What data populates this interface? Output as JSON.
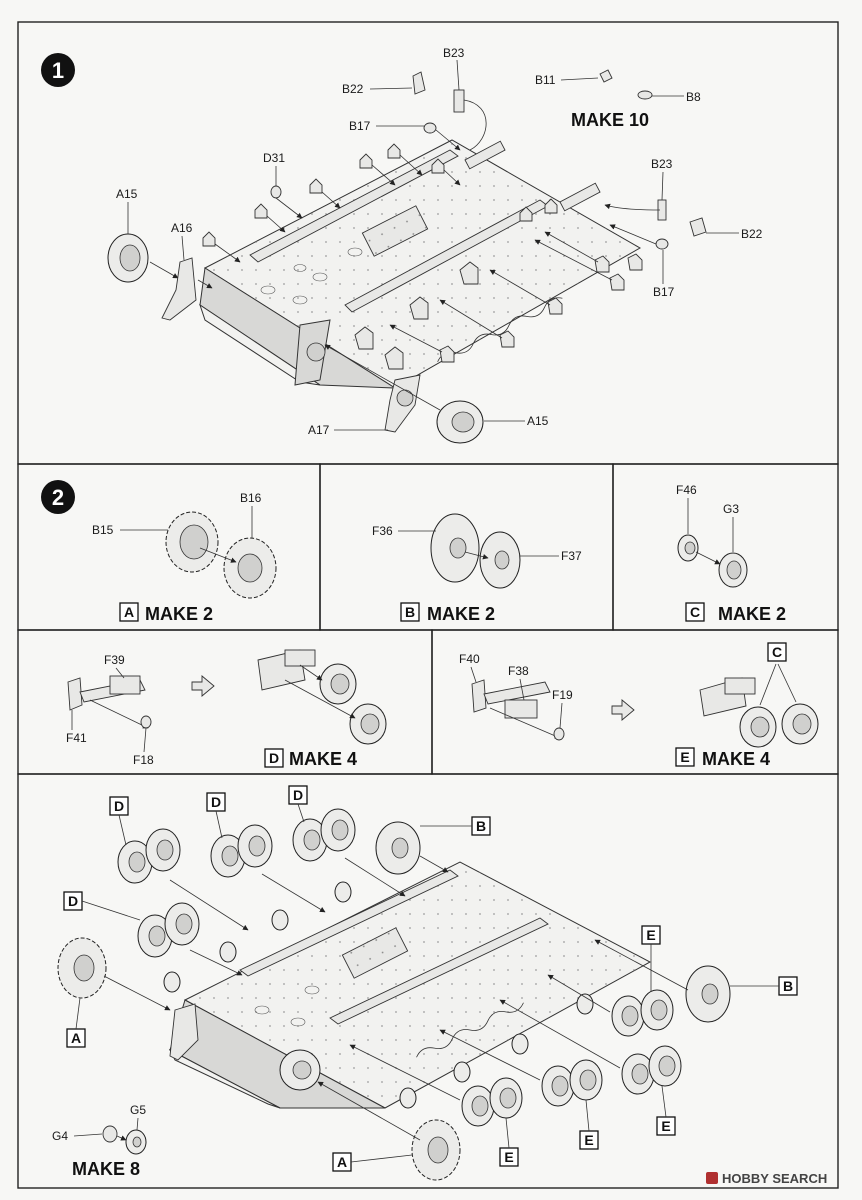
{
  "step1": {
    "number": "1",
    "make_text": "MAKE 10",
    "labels": {
      "b23_top": "B23",
      "b22_top": "B22",
      "b17_top": "B17",
      "b11": "B11",
      "b8": "B8",
      "d31": "D31",
      "a15_left": "A15",
      "a16": "A16",
      "b23_right": "B23",
      "b22_right": "B22",
      "b17_right": "B17",
      "a17": "A17",
      "a15_bottom": "A15"
    }
  },
  "step2": {
    "number": "2",
    "sub_a": {
      "letter": "A",
      "make": "MAKE 2",
      "parts": [
        "B15",
        "B16"
      ]
    },
    "sub_b": {
      "letter": "B",
      "make": "MAKE 2",
      "parts": [
        "F36",
        "F37"
      ]
    },
    "sub_c": {
      "letter": "C",
      "make": "MAKE 2",
      "parts": [
        "F46",
        "G3"
      ]
    },
    "sub_d": {
      "letter": "D",
      "make": "MAKE 4",
      "parts": [
        "F39",
        "F41",
        "F18"
      ]
    },
    "sub_e": {
      "letter": "E",
      "make": "MAKE 4",
      "parts": [
        "F40",
        "F38",
        "F19"
      ],
      "ref": "C"
    }
  },
  "step3": {
    "callouts_d": [
      "D",
      "D",
      "D",
      "D"
    ],
    "callouts_b": [
      "B",
      "B"
    ],
    "callouts_e": [
      "E",
      "E",
      "E",
      "E"
    ],
    "callouts_a": [
      "A",
      "A"
    ],
    "g_parts": [
      "G4",
      "G5"
    ],
    "make_text": "MAKE 8"
  },
  "watermark": "HOBBY SEARCH"
}
